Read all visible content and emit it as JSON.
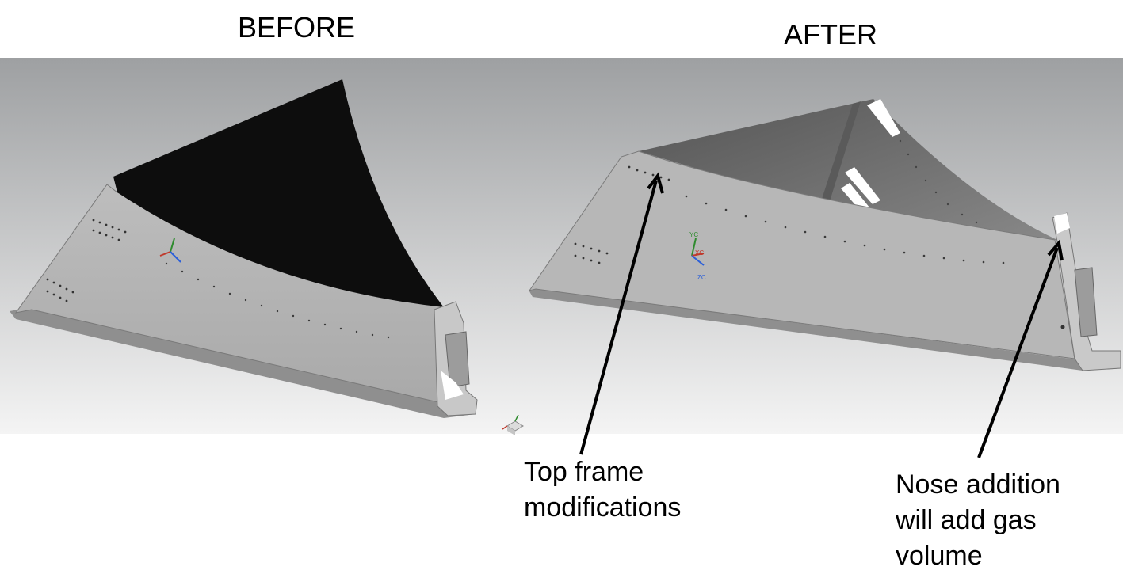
{
  "before": {
    "title": "BEFORE"
  },
  "after": {
    "title": "AFTER"
  },
  "annotations": {
    "top_frame": "Top frame\nmodifications",
    "nose": "Nose addition\nwill add gas\nvolume"
  },
  "axes_labels": {
    "yc": "YC",
    "xc": "XC",
    "zc": "ZC"
  },
  "colors": {
    "background_top": "#9ea0a2",
    "background_bottom": "#f4f4f4",
    "frame_gray": "#b5b5b5",
    "membrane_black": "#0d0d0d",
    "arrow": "#000000"
  }
}
